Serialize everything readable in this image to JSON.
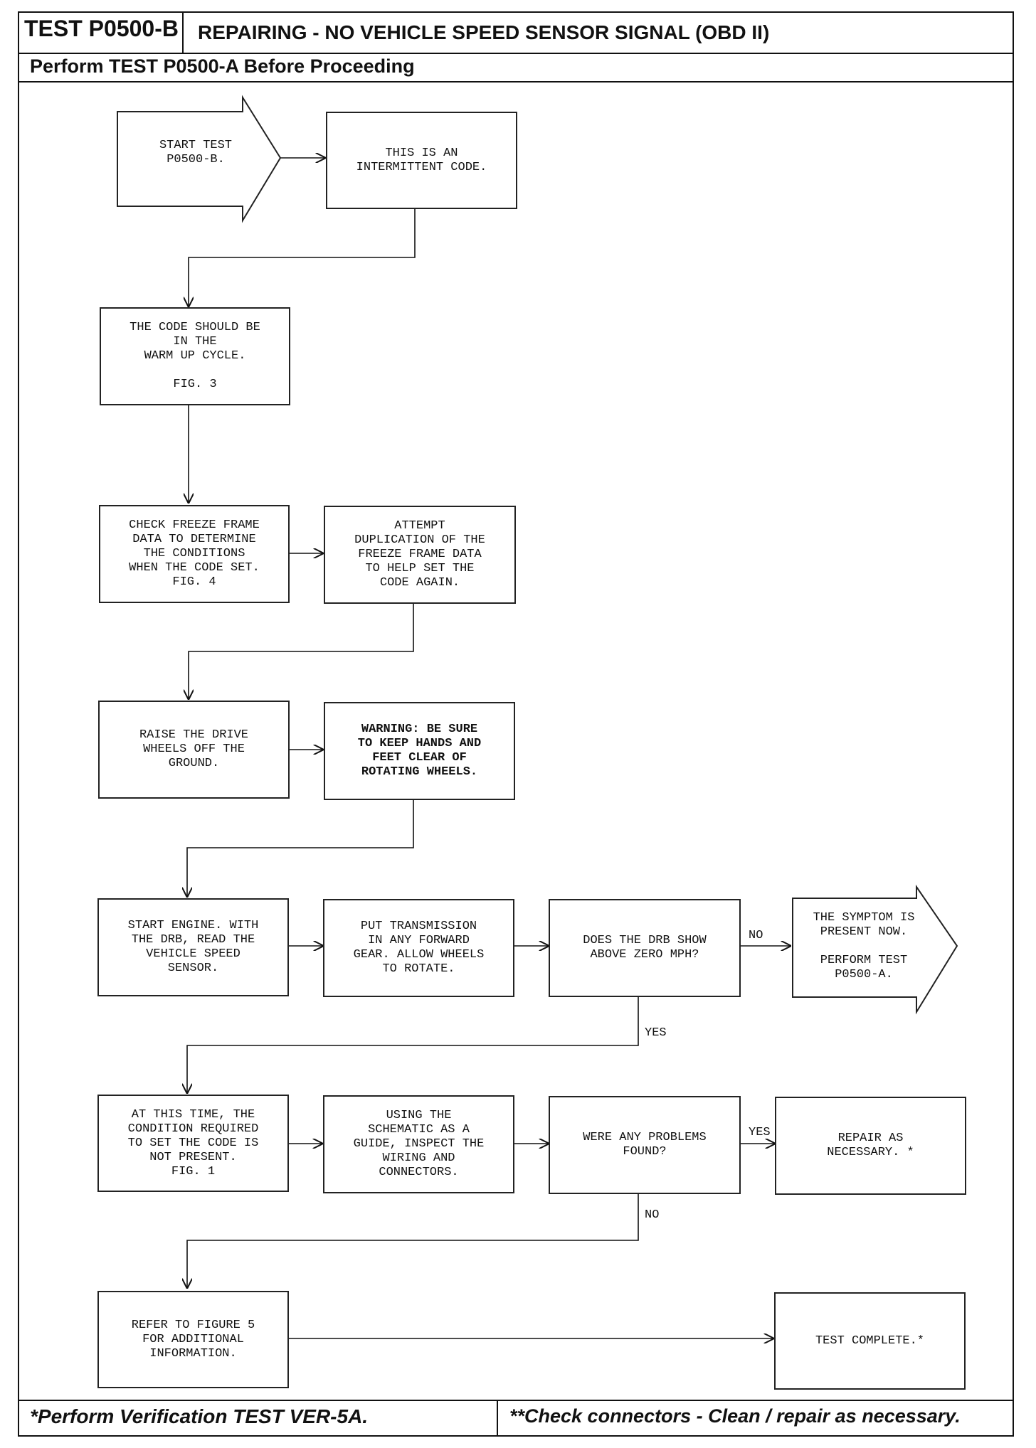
{
  "header": {
    "test_id": "TEST P0500-B",
    "title": "REPAIRING - NO VEHICLE SPEED SENSOR SIGNAL (OBD II)",
    "subtitle": "Perform TEST P0500-A Before Proceeding"
  },
  "nodes": {
    "start": "START TEST\nP0500-B.",
    "intermittent": "THIS IS AN\nINTERMITTENT CODE.",
    "warmup": "THE CODE SHOULD BE\nIN THE\nWARM UP CYCLE.\n\nFIG. 3",
    "freeze": "CHECK FREEZE FRAME\nDATA TO DETERMINE\nTHE CONDITIONS\nWHEN THE CODE SET.\nFIG. 4",
    "duplicate": "ATTEMPT\nDUPLICATION OF THE\nFREEZE FRAME DATA\nTO HELP SET THE\nCODE AGAIN.",
    "raise": "RAISE THE DRIVE\nWHEELS OFF THE\nGROUND.",
    "warning": "WARNING: BE SURE\nTO KEEP HANDS AND\nFEET CLEAR OF\nROTATING WHEELS.",
    "start_engine": "START ENGINE. WITH\nTHE DRB, READ THE\nVEHICLE SPEED\nSENSOR.",
    "put_trans": "PUT TRANSMISSION\nIN ANY FORWARD\nGEAR. ALLOW WHEELS\nTO ROTATE.",
    "drb_show": "DOES THE DRB SHOW\nABOVE ZERO MPH?",
    "symptom": "THE SYMPTOM IS\nPRESENT NOW.\n\nPERFORM TEST\nP0500-A.",
    "condition": "AT THIS TIME, THE\nCONDITION REQUIRED\nTO SET THE CODE IS\nNOT PRESENT.\nFIG. 1",
    "schematic": "USING THE\nSCHEMATIC AS A\nGUIDE, INSPECT THE\nWIRING AND\nCONNECTORS.",
    "problems": "WERE ANY PROBLEMS\nFOUND?",
    "repair": "REPAIR AS\nNECESSARY. *",
    "refer": "REFER TO FIGURE 5\nFOR ADDITIONAL\nINFORMATION.",
    "complete": "TEST COMPLETE.*"
  },
  "edge_labels": {
    "no_1": "NO",
    "yes_1": "YES",
    "yes_2": "YES",
    "no_2": "NO"
  },
  "footer": {
    "left": "*Perform Verification TEST VER-5A.",
    "right": "**Check connectors - Clean / repair as necessary."
  }
}
